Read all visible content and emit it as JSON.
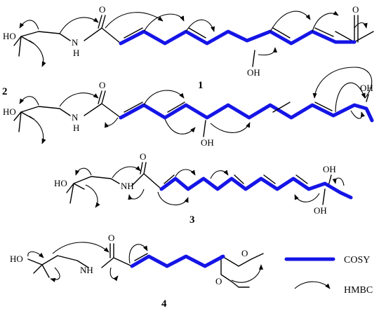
{
  "figure": {
    "compounds": [
      {
        "number": "1",
        "atoms": {
          "oh_left": "HO",
          "nh": "N",
          "nh_h": "H",
          "carbonyl_o": "O",
          "hydroxyl": "OH",
          "ketone_o": "O"
        }
      },
      {
        "number": "2",
        "atoms": {
          "oh_left": "HO",
          "nh": "N",
          "nh_h": "H",
          "carbonyl_o": "O",
          "hydroxyl_mid": "OH",
          "hydroxyl_end": "OH"
        }
      },
      {
        "number": "3",
        "atoms": {
          "oh_left": "HO",
          "nh": "NH",
          "carbonyl_o": "O",
          "hydroxyl_1": "OH",
          "hydroxyl_2": "OH"
        }
      },
      {
        "number": "4",
        "atoms": {
          "oh_left": "HO",
          "nh": "NH",
          "carbonyl_o": "O",
          "methoxy_o1": "O",
          "methoxy_o2": "O"
        }
      }
    ],
    "legend": {
      "cosy_label": "COSY",
      "hmbc_label": "HMBC",
      "cosy_color": "#1515e6",
      "line_color": "#000000"
    }
  }
}
